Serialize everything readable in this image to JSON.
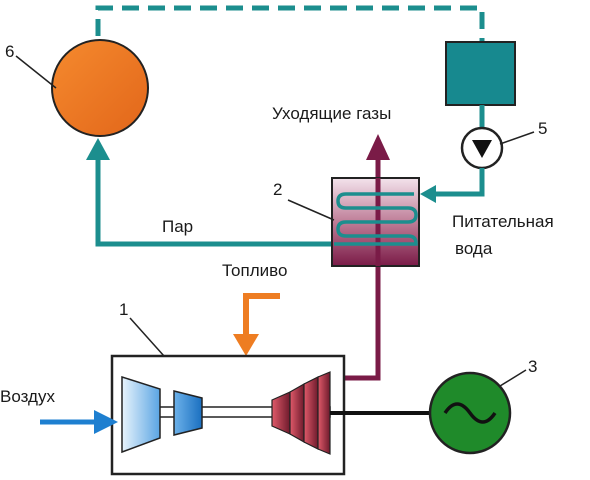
{
  "labels": {
    "exhaust_gases": "Уходящие газы",
    "steam": "Пар",
    "feed_water_1": "Питательная",
    "feed_water_2": "вода",
    "fuel": "Топливо",
    "air": "Воздух"
  },
  "numbers": {
    "n1": "1",
    "n2": "2",
    "n3": "3",
    "n5": "5",
    "n6": "6"
  },
  "colors": {
    "steam_line": "#1c8e8e",
    "gas_line": "#7a1b47",
    "fuel_arrow": "#ee7d22",
    "air_arrow": "#1e7fd0",
    "boiler_drum": "#f07a22",
    "generator": "#1f8a2a",
    "tank": "#17898f"
  },
  "icons": {
    "pump": "pump-icon",
    "generator": "sine-wave-icon"
  }
}
